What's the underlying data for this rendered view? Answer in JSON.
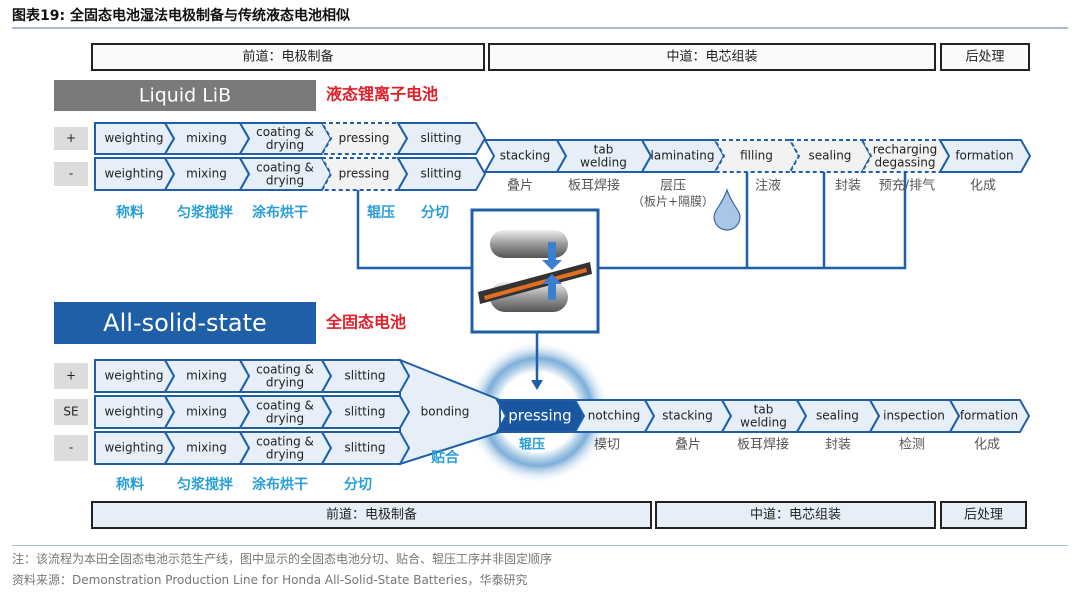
{
  "title": "图表19:  全固态电池湿法电极制备与传统液态电池相似",
  "top_phases": [
    "前道：电极制备",
    "中道：电芯组装",
    "后处理"
  ],
  "bottom_phases": [
    "前道：电极制备",
    "中道：电芯组装",
    "后处理"
  ],
  "liquid": {
    "banner": "Liquid LiB",
    "label_cn": "液态锂离子电池",
    "row_labels": [
      "+",
      "-"
    ],
    "electrode_steps": [
      "weighting",
      "mixing",
      "coating &\ndrying",
      "pressing",
      "slitting"
    ],
    "assembly_steps": [
      "stacking",
      "tab\nwelding",
      "laminating",
      "filling",
      "sealing",
      "recharging\ndegassing",
      "formation"
    ],
    "assembly_cn": [
      "叠片",
      "板耳焊接",
      "层压",
      "注液",
      "封装",
      "预充/排气",
      "化成"
    ],
    "laminating_note": "（板片+隔膜）",
    "electrode_cn": [
      "称料",
      "匀浆搅拌",
      "涂布烘干",
      "辊压",
      "分切"
    ]
  },
  "solid": {
    "banner": "All-solid-state",
    "label_cn": "全固态电池",
    "row_labels": [
      "+",
      "SE",
      "-"
    ],
    "electrode_steps": [
      "weighting",
      "mixing",
      "coating &\ndrying",
      "slitting"
    ],
    "bonding": "bonding",
    "bonding_cn": "贴合",
    "assembly_steps": [
      "pressing",
      "notching",
      "stacking",
      "tab\nwelding",
      "sealing",
      "inspection",
      "formation"
    ],
    "assembly_cn": [
      "辊压",
      "模切",
      "叠片",
      "板耳焊接",
      "封装",
      "检测",
      "化成"
    ],
    "electrode_cn": [
      "称料",
      "匀浆搅拌",
      "涂布烘干",
      "分切"
    ]
  },
  "colors": {
    "accent": "#1f5fa8",
    "chevron_fill": "#e6eef8",
    "cn_blue": "#2a9fd6",
    "red": "#e0202a"
  },
  "note": "注：该流程为本田全固态电池示范生产线，图中显示的全固态电池分切、贴合、辊压工序并非固定顺序",
  "source": "资料来源：Demonstration Production Line for Honda All-Solid-State Batteries，华泰研究"
}
